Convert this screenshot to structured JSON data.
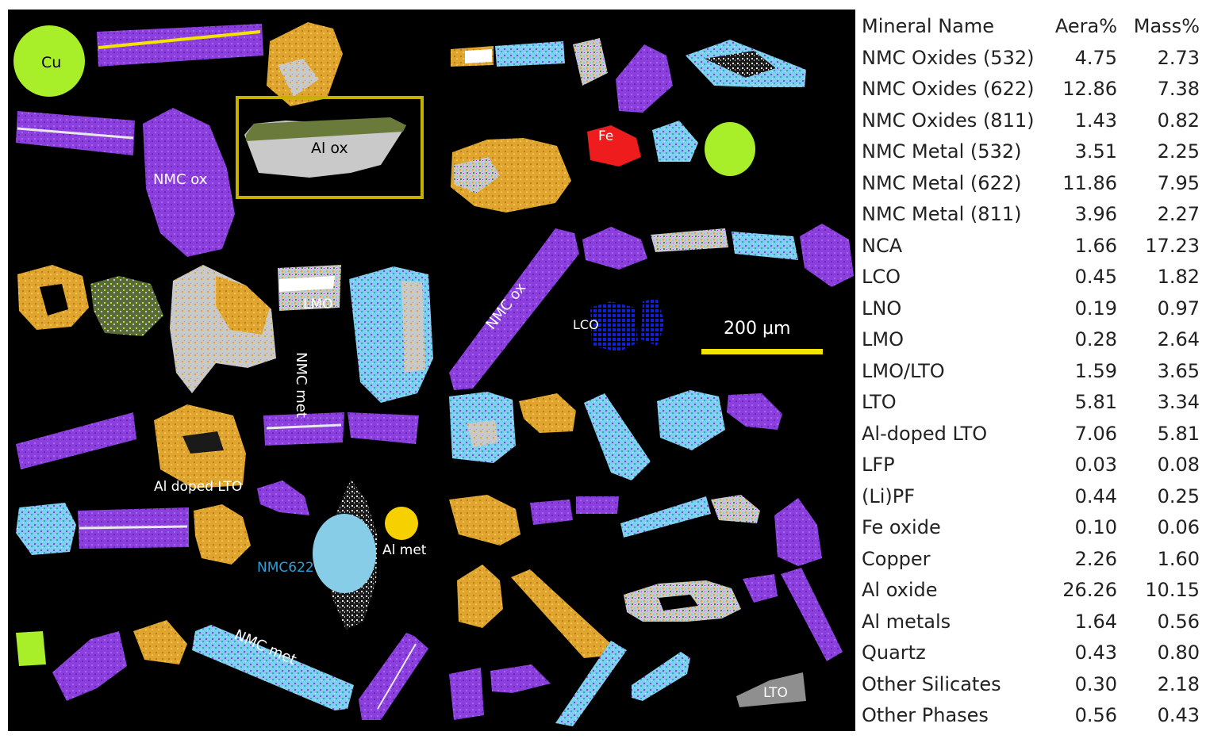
{
  "micrograph": {
    "colors": {
      "background": "#000000",
      "nmc_oxide": "#8b3fdc",
      "nmc_metal": "#7fd0ec",
      "lto_gold": "#e0a52e",
      "al_oxide_grey": "#c9c9c9",
      "copper_green": "#a8ef2a",
      "iron_red": "#ee1c1c",
      "lco_blue": "#1020d8",
      "scale_yellow": "#f4e300",
      "box_olive": "#c7b100"
    },
    "labels": {
      "cu": "Cu",
      "al_ox": "Al ox",
      "nmc_ox_1": "NMC ox",
      "nmc_ox_2": "NMC ox",
      "fe": "Fe",
      "lmo": "LMO",
      "nmc_met_1": "NMC met",
      "nmc_met_2": "NMC met",
      "lco": "LCO",
      "al_doped_lto": "Al doped LTO",
      "nmc622": "NMC622",
      "al_met": "Al met",
      "lto": "LTO"
    },
    "scale_bar": {
      "label": "200 µm"
    }
  },
  "table": {
    "headers": {
      "name": "Mineral Name",
      "area": "Aera%",
      "mass": "Mass%"
    },
    "rows": [
      {
        "name": "NMC Oxides (532)",
        "area": "4.75",
        "mass": "2.73"
      },
      {
        "name": "NMC Oxides (622)",
        "area": "12.86",
        "mass": "7.38"
      },
      {
        "name": "NMC Oxides (811)",
        "area": "1.43",
        "mass": "0.82"
      },
      {
        "name": "NMC Metal (532)",
        "area": "3.51",
        "mass": "2.25"
      },
      {
        "name": "NMC Metal (622)",
        "area": "11.86",
        "mass": "7.95"
      },
      {
        "name": "NMC Metal (811)",
        "area": "3.96",
        "mass": "2.27"
      },
      {
        "name": "NCA",
        "area": "1.66",
        "mass": "17.23"
      },
      {
        "name": "LCO",
        "area": "0.45",
        "mass": "1.82"
      },
      {
        "name": "LNO",
        "area": "0.19",
        "mass": "0.97"
      },
      {
        "name": "LMO",
        "area": "0.28",
        "mass": "2.64"
      },
      {
        "name": "LMO/LTO",
        "area": "1.59",
        "mass": "3.65"
      },
      {
        "name": "LTO",
        "area": "5.81",
        "mass": "3.34"
      },
      {
        "name": "Al-doped LTO",
        "area": "7.06",
        "mass": "5.81"
      },
      {
        "name": "LFP",
        "area": "0.03",
        "mass": "0.08"
      },
      {
        "name": "(Li)PF",
        "area": "0.44",
        "mass": "0.25"
      },
      {
        "name": "Fe oxide",
        "area": "0.10",
        "mass": "0.06"
      },
      {
        "name": "Copper",
        "area": "2.26",
        "mass": "1.60"
      },
      {
        "name": "Al oxide",
        "area": "26.26",
        "mass": "10.15"
      },
      {
        "name": "Al metals",
        "area": "1.64",
        "mass": "0.56"
      },
      {
        "name": "Quartz",
        "area": "0.43",
        "mass": "0.80"
      },
      {
        "name": "Other Silicates",
        "area": "0.30",
        "mass": "2.18"
      },
      {
        "name": "Other Phases",
        "area": "0.56",
        "mass": "0.43"
      }
    ]
  }
}
